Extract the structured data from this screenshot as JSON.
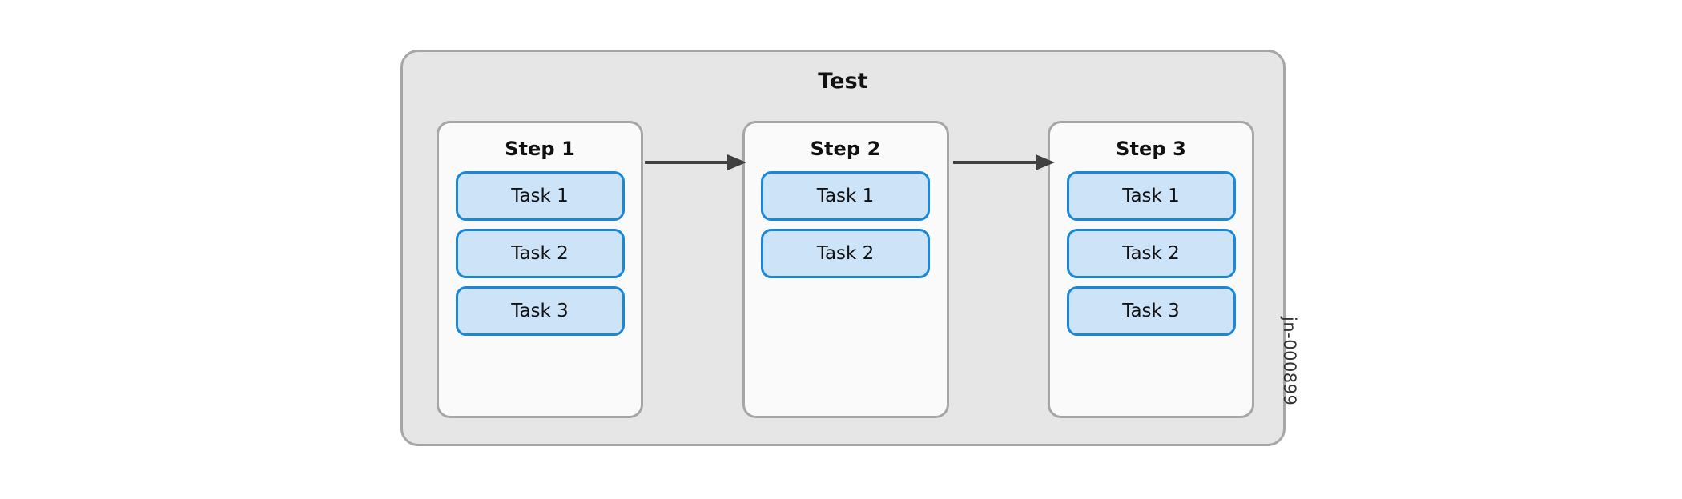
{
  "diagram": {
    "title": "Test",
    "watermark": "jn-000899",
    "colors": {
      "canvas_background": "#ffffff",
      "container_fill": "#e6e6e6",
      "container_border": "#a6a6a6",
      "step_fill": "#fafafa",
      "step_border": "#a6a6a6",
      "task_fill": "#cce3f8",
      "task_border": "#1a87d8",
      "arrow": "#404040",
      "text": "#111111"
    },
    "steps": [
      {
        "label": "Step 1",
        "tasks": [
          {
            "label": "Task 1"
          },
          {
            "label": "Task 2"
          },
          {
            "label": "Task 3"
          }
        ]
      },
      {
        "label": "Step 2",
        "tasks": [
          {
            "label": "Task 1"
          },
          {
            "label": "Task 2"
          }
        ]
      },
      {
        "label": "Step 3",
        "tasks": [
          {
            "label": "Task 1"
          },
          {
            "label": "Task 2"
          },
          {
            "label": "Task 3"
          }
        ]
      }
    ],
    "connectors": [
      {
        "from": "Step 1",
        "to": "Step 2",
        "kind": "arrow-right"
      },
      {
        "from": "Step 2",
        "to": "Step 3",
        "kind": "arrow-right"
      }
    ]
  }
}
